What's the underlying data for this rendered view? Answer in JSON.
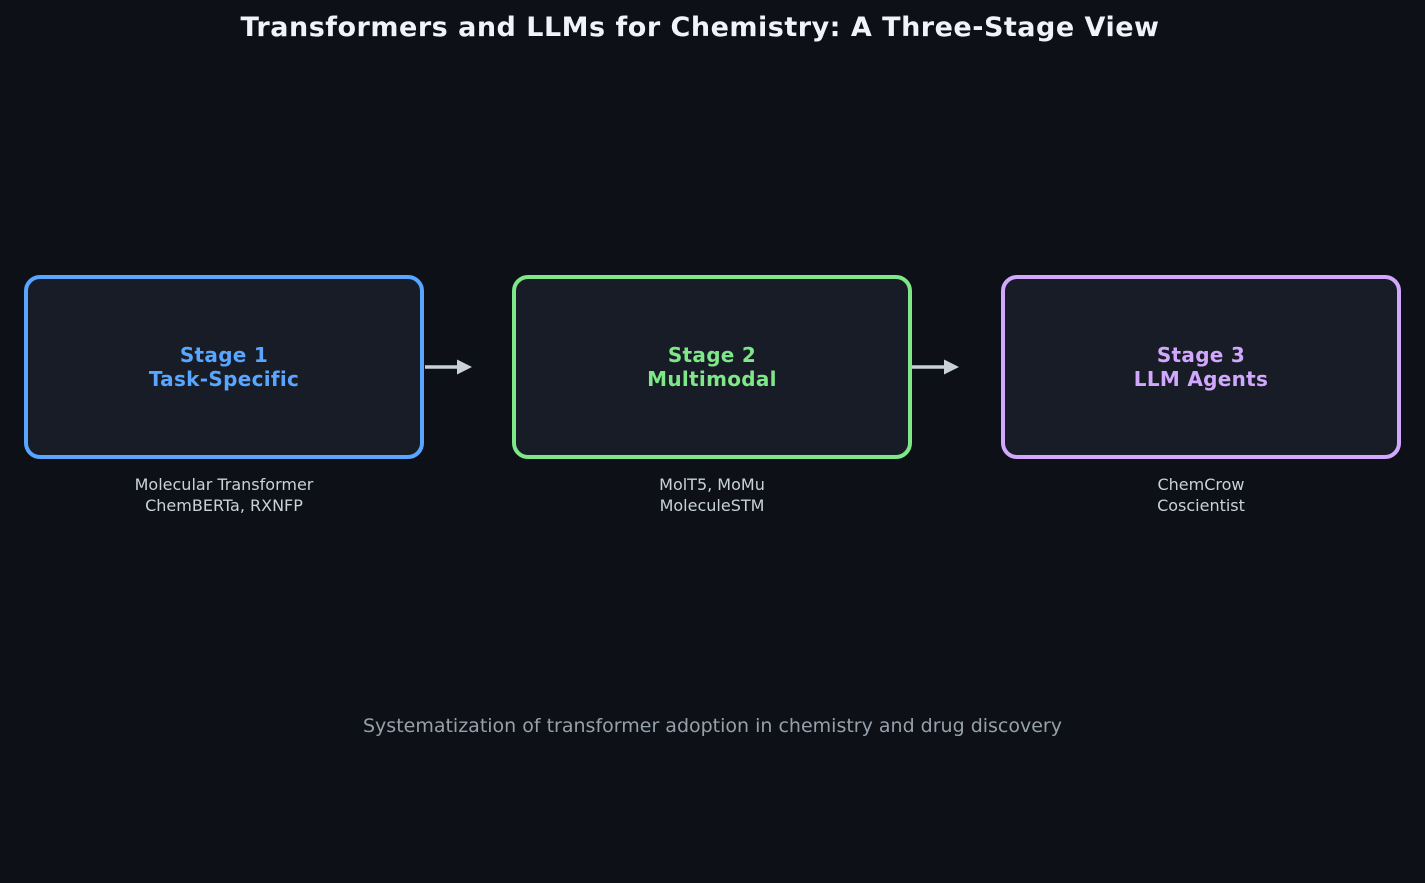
{
  "title": "Transformers and LLMs for Chemistry: A Three-Stage View",
  "caption": "Systematization of transformer adoption in chemistry and drug discovery",
  "stages": [
    {
      "label": "Stage 1",
      "sublabel": "Task-Specific",
      "models_line1": "Molecular Transformer",
      "models_line2": "ChemBERTa, RXNFP",
      "accent": "#58a6ff"
    },
    {
      "label": "Stage 2",
      "sublabel": "Multimodal",
      "models_line1": "MolT5, MoMu",
      "models_line2": "MoleculeSTM",
      "accent": "#7ee787"
    },
    {
      "label": "Stage 3",
      "sublabel": "LLM Agents",
      "models_line1": "ChemCrow",
      "models_line2": "Coscientist",
      "accent": "#d2a8ff"
    }
  ],
  "colors": {
    "background": "#0d1117",
    "box_fill": "#171c26",
    "title_text": "#f0f4f9",
    "models_text": "#c9d1d9",
    "caption_text": "#96a0ab",
    "arrow": "#c9d1d9",
    "stage1_accent": "#58a6ff",
    "stage2_accent": "#7ee787",
    "stage3_accent": "#d2a8ff"
  }
}
